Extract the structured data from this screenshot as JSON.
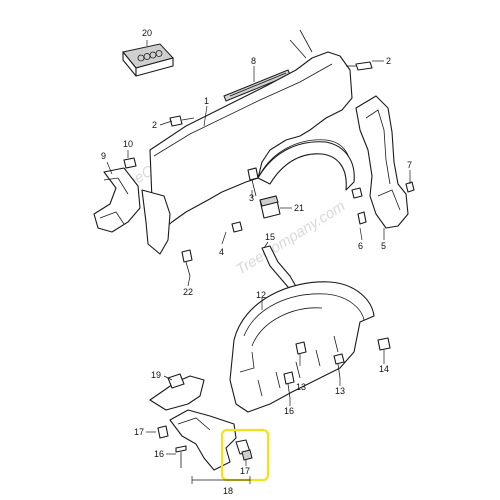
{
  "watermark": "TreeCompany.com",
  "highlight_color": "#f2e21a",
  "callouts": [
    "20",
    "8",
    "2",
    "1",
    "2",
    "10",
    "9",
    "7",
    "3",
    "21",
    "4",
    "6",
    "5",
    "15",
    "22",
    "12",
    "14",
    "13",
    "19",
    "17",
    "16",
    "13",
    "17",
    "16",
    "18"
  ]
}
